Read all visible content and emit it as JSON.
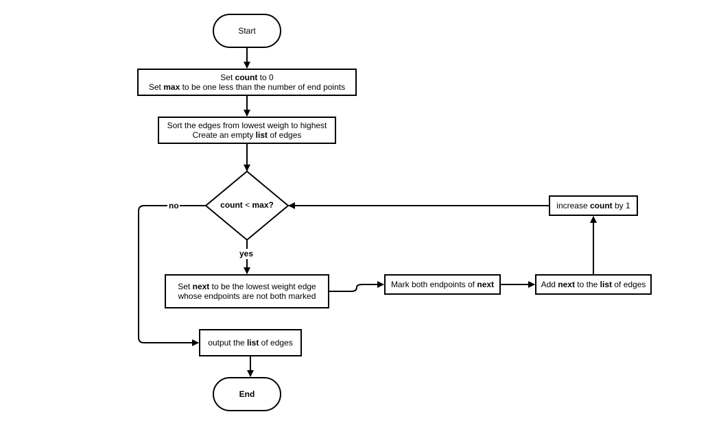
{
  "colors": {
    "stroke": "#000000",
    "fill": "#ffffff"
  },
  "nodes": {
    "start": {
      "text": "Start"
    },
    "init": {
      "line1": {
        "a": "Set ",
        "b": "count",
        "c": " to 0"
      },
      "line2": {
        "a": "Set ",
        "b": "max",
        "c": " to be one less than the number of end points"
      }
    },
    "sort": {
      "line1": {
        "a": "Sort the edges from lowest weigh to highest"
      },
      "line2": {
        "a": "Create an empty ",
        "b": "list",
        "c": " of edges"
      }
    },
    "decision": {
      "a": "count",
      "b": " < ",
      "c": "max?"
    },
    "select_next": {
      "line1": {
        "a": "Set ",
        "b": "next",
        "c": " to be the lowest weight edge"
      },
      "line2": {
        "a": "whose endpoints are not both marked"
      }
    },
    "mark": {
      "a": "Mark both endpoints of ",
      "b": "next"
    },
    "add": {
      "a": "Add ",
      "b": "next",
      "c": " to the ",
      "d": "list",
      "e": " of edges"
    },
    "increase": {
      "a": "increase ",
      "b": "count",
      "c": " by 1"
    },
    "output": {
      "a": "output the ",
      "b": "list",
      "c": " of edges"
    },
    "end": {
      "text": "End"
    }
  },
  "edge_labels": {
    "no": "no",
    "yes": "yes"
  }
}
